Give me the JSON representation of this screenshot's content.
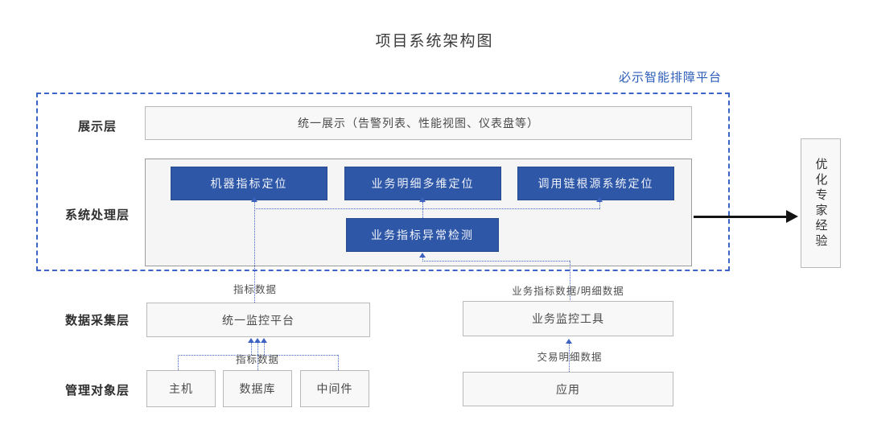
{
  "title": "项目系统架构图",
  "platform": {
    "label": "必示智能排障平台"
  },
  "layers": {
    "display": {
      "label": "展示层",
      "box": "统一展示（告警列表、性能视图、仪表盘等）"
    },
    "processing": {
      "label": "系统处理层",
      "modules": [
        "机器指标定位",
        "业务明细多维定位",
        "调用链根源系统定位"
      ],
      "detector": "业务指标异常检测"
    },
    "collection": {
      "label": "数据采集层",
      "unified_platform": "统一监控平台",
      "biz_tool": "业务监控工具"
    },
    "objects": {
      "label": "管理对象层",
      "items": [
        "主机",
        "数据库",
        "中间件"
      ],
      "app": "应用"
    }
  },
  "output_box": "优化专家经验",
  "edges": {
    "metric_data_top": "指标数据",
    "biz_metric_detail": "业务指标数据/明细数据",
    "metric_data_bottom": "指标数据",
    "trade_detail": "交易明细数据"
  },
  "colors": {
    "module_blue": "#2e57a8",
    "platform_border_blue": "#3c64c8",
    "connector_blue": "#3e62c0",
    "platform_text_blue": "#2b5cb8",
    "box_gray": "#f8f8f8",
    "arrow_black": "#141414"
  }
}
